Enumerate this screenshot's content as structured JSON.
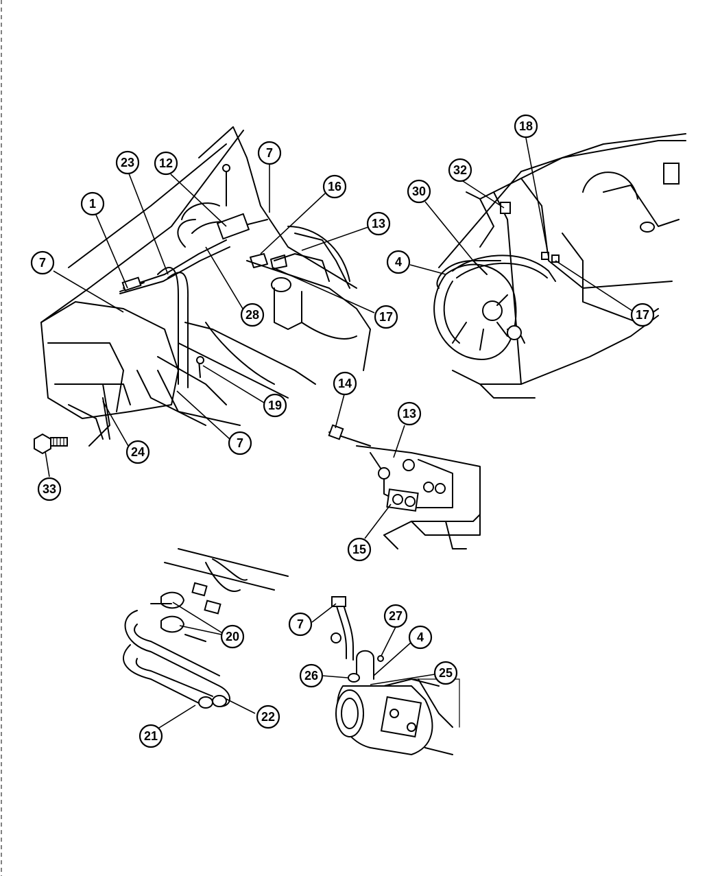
{
  "diagram": {
    "callouts": {
      "c1": "1",
      "c7a": "7",
      "c23": "23",
      "c12": "12",
      "c7b": "7",
      "c16": "16",
      "c13a": "13",
      "c28": "28",
      "c17a": "17",
      "c19": "19",
      "c7c": "7",
      "c24": "24",
      "c33": "33",
      "c18": "18",
      "c32": "32",
      "c30": "30",
      "c4a": "4",
      "c17b": "17",
      "c14": "14",
      "c13b": "13",
      "c15": "15",
      "c20": "20",
      "c22": "22",
      "c21": "21",
      "c7d": "7",
      "c27": "27",
      "c4b": "4",
      "c26": "26",
      "c25": "25"
    }
  }
}
